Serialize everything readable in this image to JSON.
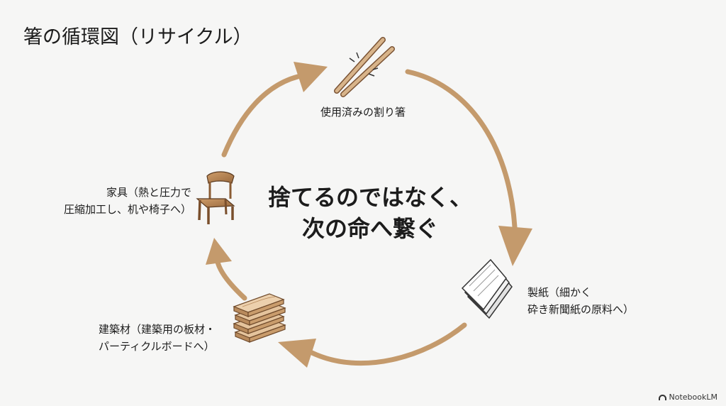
{
  "title": "箸の循環図（リサイクル）",
  "center_message": {
    "line1": "捨てるのではなく、",
    "line2": "次の命へ繋ぐ"
  },
  "nodes": {
    "chopsticks": {
      "icon": "chopsticks-icon",
      "line1": "使用済みの割り箸"
    },
    "paper": {
      "icon": "paper-stack-icon",
      "line1": "製紙（細かく",
      "line2": "砕き新聞紙の原料へ）"
    },
    "building": {
      "icon": "wood-planks-icon",
      "line1": "建築材（建築用の板材・",
      "line2": "パーティクルボードへ）"
    },
    "furniture": {
      "icon": "chair-icon",
      "line1": "家具（熱と圧力で",
      "line2": "圧縮加工し、机や椅子へ）"
    }
  },
  "arrow_color": "#c49a6c",
  "watermark": "NotebookLM"
}
